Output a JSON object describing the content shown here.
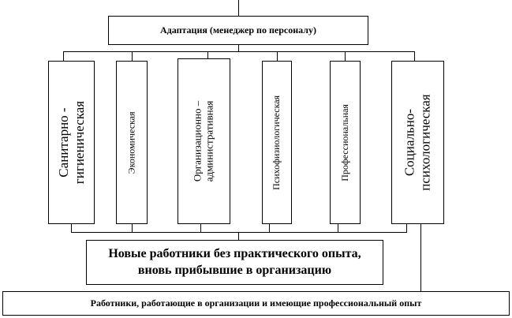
{
  "top": {
    "label": "Адаптация (менеджер по персоналу)"
  },
  "types": [
    {
      "line1": "Санитарно -",
      "line2": "гигиеническая"
    },
    {
      "line1": "Экономическая",
      "line2": ""
    },
    {
      "line1": "Организационно –",
      "line2": "административная"
    },
    {
      "line1": "Психофизиологическая",
      "line2": ""
    },
    {
      "line1": "Профессиональная",
      "line2": ""
    },
    {
      "line1": "Социально-",
      "line2": "психологическая"
    }
  ],
  "new_workers": {
    "line1": "Новые работники без практического опыта,",
    "line2": "вновь прибывшие в организацию"
  },
  "experienced": {
    "label": "Работники, работающие в организации и имеющие профессиональный опыт"
  }
}
